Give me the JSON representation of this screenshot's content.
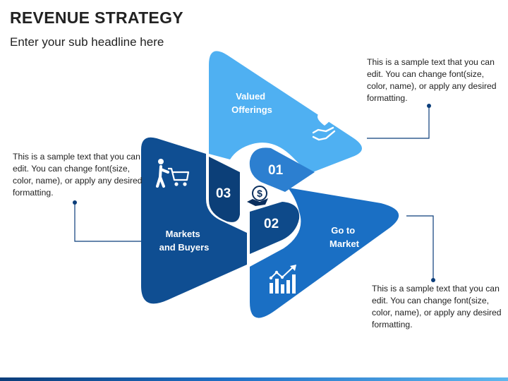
{
  "header": {
    "title": "REVENUE STRATEGY",
    "subtitle": "Enter your sub headline here"
  },
  "segments": [
    {
      "number": "01",
      "label_lines": [
        "Valued",
        "Offerings"
      ],
      "description": "This is a sample text that you can edit. You can change font(size, color, name), or apply any desired formatting.",
      "icon": "heart-hand-icon",
      "color": "#4fb0f2"
    },
    {
      "number": "02",
      "label_lines": [
        "Go to",
        "Market"
      ],
      "description": "This is a sample text that you can edit. You can change font(size, color, name), or apply any desired formatting.",
      "icon": "growth-chart-icon",
      "color": "#1a6fc4"
    },
    {
      "number": "03",
      "label_lines": [
        "Markets",
        "and Buyers"
      ],
      "description": "This is a sample text that you can edit. You can change font(size, color, name), or apply any desired formatting.",
      "icon": "shopping-cart-icon",
      "color": "#0f4e92"
    }
  ],
  "center_icon": "dollar-hand-icon",
  "colors": {
    "light_blue": "#4fb0f2",
    "mid_blue": "#1a6fc4",
    "dark_blue": "#0f4e92",
    "connector": "#0b3d7a"
  }
}
